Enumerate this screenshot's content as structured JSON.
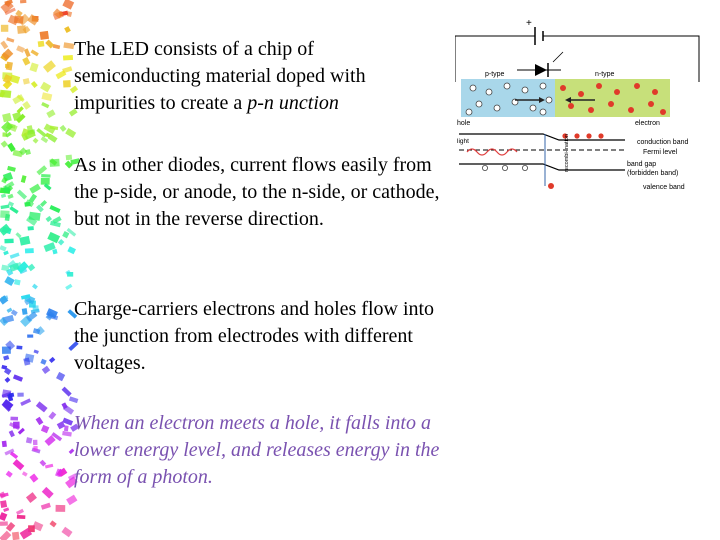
{
  "slide": {
    "paragraph1_prefix": "The LED consists of a chip of semiconducting material doped with impurities to create a ",
    "paragraph1_italic": "p-n unction",
    "paragraph2": "As in other diodes, current flows easily from the p-side, or anode, to the n-side, or cathode, but not in the reverse direction.",
    "paragraph3": "Charge-carriers electrons and holes flow into the junction from electrodes with different voltages.",
    "paragraph4": "When an electron meets a hole, it falls into a lower energy level, and releases energy in the form of a photon."
  },
  "diagram": {
    "plus": "+",
    "p_type": "p-type",
    "n_type": "n-type",
    "hole": "hole",
    "electron": "electron",
    "light": "light",
    "conduction_band": "conduction band",
    "fermi_level": "Fermi level",
    "band_gap": "band gap",
    "forbidden_band": "(forbidden band)",
    "valence_band": "valence band",
    "recombination": "recombi- nation"
  },
  "colors": {
    "p_region": "#a9d7ea",
    "n_region": "#c7e07a",
    "electron": "#e03a2a",
    "photon": "#e04040",
    "italic_text": "#7a52b0"
  }
}
